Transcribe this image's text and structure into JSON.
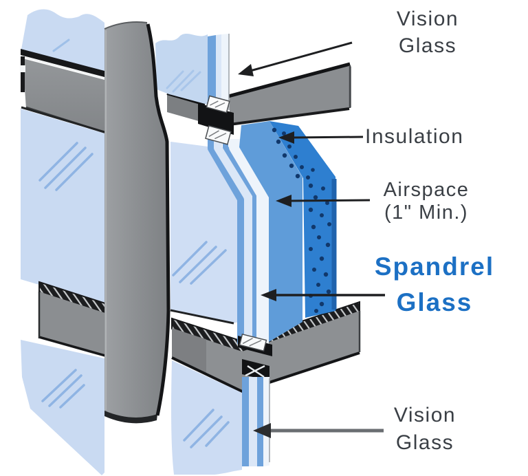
{
  "diagram": {
    "description": "Curtain wall spandrel glass assembly cutaway",
    "labels": {
      "vision_glass_top": "Vision\nGlass",
      "insulation": "Insulation",
      "airspace": "Airspace\n(1\" Min.)",
      "spandrel_glass": "Spandrel\nGlass",
      "vision_glass_bottom": "Vision\nGlass"
    },
    "colors": {
      "background": "#ffffff",
      "glass_light_blue": "#c9daf2",
      "glass_room_face": "#cfdef4",
      "glass_highlight": "#eef4fb",
      "glass_edge_blue": "#6ea2db",
      "glass_gap_blue": "#dbe7f7",
      "airspace_blue": "#5f9cd9",
      "insulation_blue": "#2e7fd0",
      "insulation_dot_navy": "#11386b",
      "frame_gray": "#8d9093",
      "frame_gray_dark": "#7c7f82",
      "outline_black": "#1a1b1d",
      "label_gray": "#3a3f45",
      "spandrel_label_blue": "#1c70c4",
      "arrow_gray": "#6a6e72"
    }
  }
}
